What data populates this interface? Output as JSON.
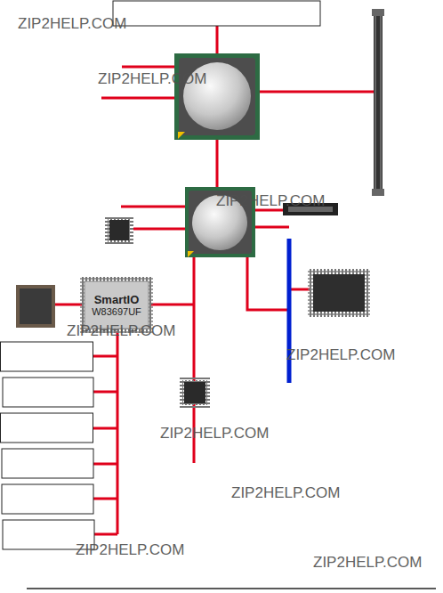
{
  "diagram": {
    "nodes": [
      {
        "text": [
          "SmartIO",
          "W83697UF"
        ]
      }
    ],
    "labels": [
      "ZIP2HELP.COM",
      "ZIP2HELP.COM",
      "ZIP2HELP.COM",
      "ZIP2HELP.COM",
      "ZIP2HELP.COM",
      "ZIP2HELP.COM",
      "ZIP2HELP.COM",
      "ZIP2HELP.COM",
      "ZIP2HELP.COM"
    ]
  }
}
